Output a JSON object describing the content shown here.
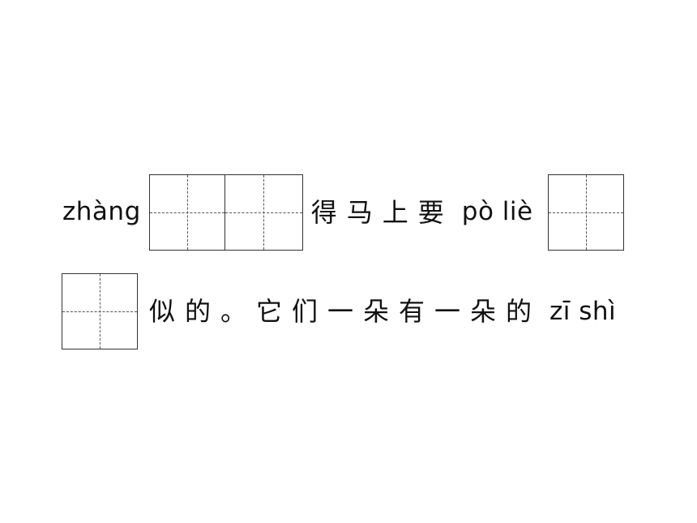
{
  "line1": {
    "pinyin_1": "zhàng",
    "hanzi_1": "得马上要",
    "pinyin_2": "pò liè"
  },
  "line2": {
    "hanzi_1": "似的。它们一朵有一朵的",
    "pinyin_1": "zī shì"
  }
}
